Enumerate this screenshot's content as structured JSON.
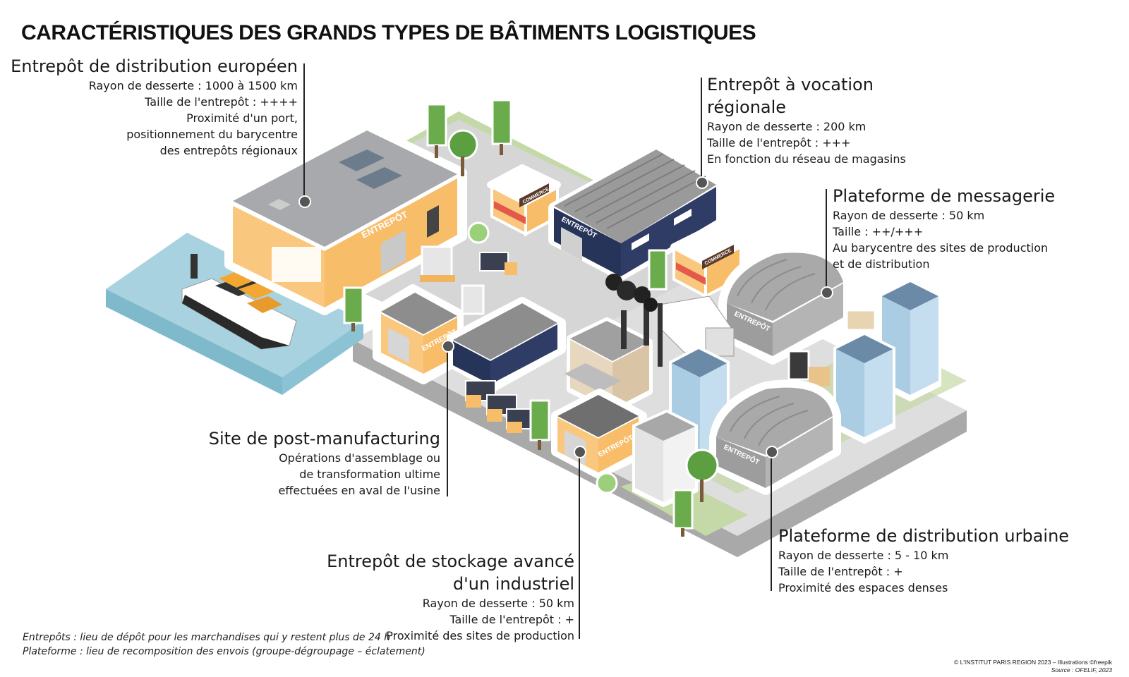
{
  "title": "CARACTÉRISTIQUES DES GRANDS TYPES DE BÂTIMENTS LOGISTIQUES",
  "callouts": {
    "european": {
      "heading": "Entrepôt de distribution européen",
      "lines": [
        "Rayon de desserte : 1000 à 1500 km",
        "Taille de l'entrepôt : ++++",
        "Proximité d'un port,",
        "positionnement du barycentre",
        "des entrepôts régionaux"
      ]
    },
    "regional": {
      "heading1": "Entrepôt à vocation",
      "heading2": "régionale",
      "lines": [
        "Rayon de desserte : 200 km",
        "Taille de l'entrepôt : +++",
        "En fonction du réseau de magasins"
      ]
    },
    "messagerie": {
      "heading": "Plateforme de messagerie",
      "lines": [
        "Rayon de desserte : 50 km",
        "Taille : ++/+++",
        "Au barycentre des sites de production",
        "et de distribution"
      ]
    },
    "post": {
      "heading": "Site de post-manufacturing",
      "lines": [
        "Opérations d'assemblage ou",
        "de transformation ultime",
        "effectuées en aval de l'usine"
      ]
    },
    "industriel": {
      "heading1": "Entrepôt de stockage avancé",
      "heading2": "d'un industriel",
      "lines": [
        "Rayon de desserte : 50 km",
        "Taille de l'entrepôt : +",
        "Proximité des sites de production"
      ]
    },
    "urbaine": {
      "heading": "Plateforme de distribution urbaine",
      "lines": [
        "Rayon de desserte : 5 - 10 km",
        "Taille de l'entrepôt : +",
        "Proximité des espaces denses"
      ]
    }
  },
  "scene_labels": {
    "entrepot": "ENTREPÔT",
    "commerce": "COMMERCE"
  },
  "notes": [
    "Entrepôts : lieu de dépôt pour les marchandises qui y restent plus de 24 h",
    "Plateforme : lieu de recomposition des envois (groupe-dégroupage – éclatement)"
  ],
  "credits": {
    "line1": "© L'INSTITUT PARIS REGION 2023 – Illustrations ©freepik",
    "line2": "Source : OFELIF, 2023"
  },
  "colors": {
    "ground": "#d9d9d9",
    "grass": "#c5d8a7",
    "water": "#a8d2e0",
    "warehouse_yellow": "#f7c57a",
    "warehouse_navy": "#27345a",
    "roof_gray": "#9e9e9e",
    "tree_green": "#6aab4b",
    "building_blue": "#b9d7ea"
  }
}
